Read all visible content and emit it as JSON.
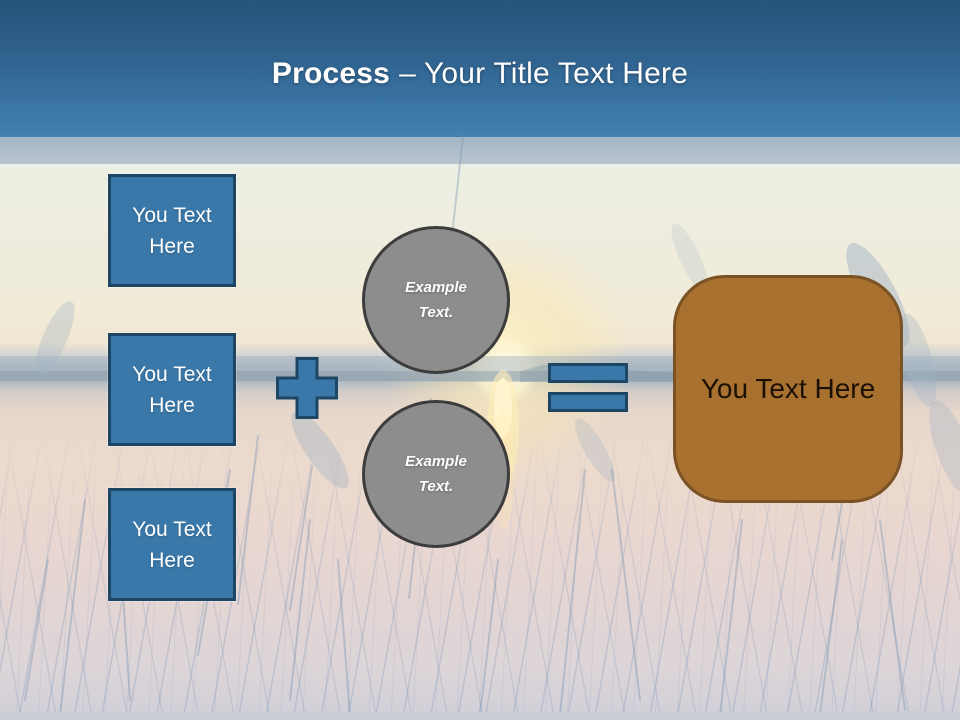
{
  "slide": {
    "title": {
      "prefix": "Process",
      "rest": "– Your Title Text Here"
    }
  },
  "process_diagram": {
    "input_boxes": [
      {
        "label": "You Text Here"
      },
      {
        "label": "You Text Here"
      },
      {
        "label": "You Text Here"
      }
    ],
    "plus_operator": {
      "symbol": "+"
    },
    "equals_operator": {
      "symbol": "="
    },
    "example_circles": [
      {
        "label": "Example Text."
      },
      {
        "label": "Example Text."
      }
    ],
    "result_box": {
      "label": "You Text Here"
    }
  },
  "colors": {
    "header_gradient_top": "#27547c",
    "header_gradient_bottom": "#4381af",
    "accent_blue_fill": "#3a78a9",
    "accent_blue_border": "#1c4663",
    "circle_gray_fill": "#8d8d8d",
    "circle_gray_border": "#3c3c3c",
    "result_brown_fill": "#a8712f",
    "result_brown_border": "#7a5224",
    "title_text": "#ffffff",
    "box_text": "#ffffff",
    "circle_text": "#ffffff",
    "result_text": "#1c1005"
  }
}
